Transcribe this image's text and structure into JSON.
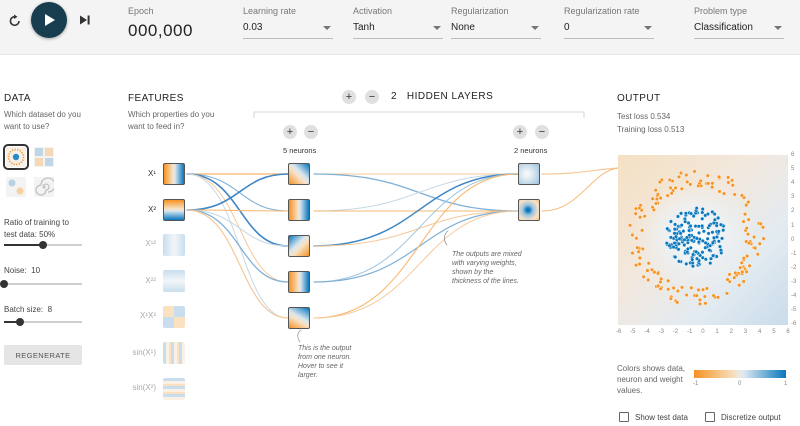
{
  "topbar": {
    "epoch_label": "Epoch",
    "epoch_value": "000,000",
    "learning_rate": {
      "label": "Learning rate",
      "value": "0.03"
    },
    "activation": {
      "label": "Activation",
      "value": "Tanh"
    },
    "regularization": {
      "label": "Regularization",
      "value": "None"
    },
    "regularization_rate": {
      "label": "Regularization rate",
      "value": "0"
    },
    "problem_type": {
      "label": "Problem type",
      "value": "Classification"
    },
    "icons": [
      "reset-icon",
      "play-icon",
      "step-icon"
    ]
  },
  "data_panel": {
    "title": "DATA",
    "subtitle": "Which dataset do you want to use?",
    "datasets": [
      "circle",
      "exclusive-or",
      "gaussian",
      "spiral"
    ],
    "selected_dataset": 0,
    "ratio_label": "Ratio of training to test data:",
    "ratio_value": "50%",
    "ratio_fraction": 0.5,
    "noise_label": "Noise:",
    "noise_value": "10",
    "noise_fraction": 0.0,
    "batch_label": "Batch size:",
    "batch_value": "8",
    "batch_fraction": 0.2,
    "regenerate_label": "REGENERATE"
  },
  "features_panel": {
    "title": "FEATURES",
    "subtitle": "Which properties do you want to feed in?",
    "features": [
      {
        "label": "X¹",
        "active": true
      },
      {
        "label": "X²",
        "active": true
      },
      {
        "label": "X¹²",
        "active": false
      },
      {
        "label": "X²²",
        "active": false
      },
      {
        "label": "X¹X²",
        "active": false
      },
      {
        "label": "sin(X¹)",
        "active": false
      },
      {
        "label": "sin(X²)",
        "active": false
      }
    ]
  },
  "network": {
    "hidden_layers_count": "2",
    "hidden_layers_label": "HIDDEN LAYERS",
    "layer1_neurons": "5 neurons",
    "layer2_neurons": "2 neurons",
    "note_neuron": "This is the output from one neuron. Hover to see it larger.",
    "note_weights": "The outputs are mixed with varying weights, shown by the thickness of the lines."
  },
  "output_panel": {
    "title": "OUTPUT",
    "test_loss": "Test loss 0.534",
    "training_loss": "Training loss 0.513",
    "x_ticks": [
      "-6",
      "-5",
      "-4",
      "-3",
      "-2",
      "-1",
      "0",
      "1",
      "2",
      "3",
      "4",
      "5",
      "6"
    ],
    "y_ticks": [
      "6",
      "5",
      "4",
      "3",
      "2",
      "1",
      "0",
      "-1",
      "-2",
      "-3",
      "-4",
      "-5",
      "-6"
    ],
    "colorbar_caption": "Colors shows data, neuron and weight values.",
    "colorbar_ticks": [
      "-1",
      "0",
      "1"
    ],
    "show_test_data_label": "Show test data",
    "discretize_label": "Discretize output"
  },
  "colors": {
    "orange": "#f59322",
    "blue": "#0877bd",
    "dark_button": "#183d4e",
    "background_neutral": "#e8eaeb"
  }
}
